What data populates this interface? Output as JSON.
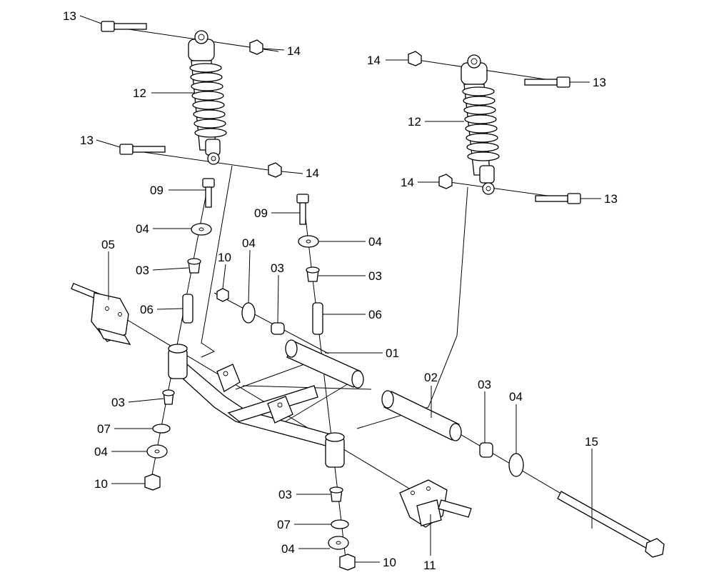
{
  "labels": {
    "l13a": "13",
    "l14a": "14",
    "l12a": "12",
    "l13b": "13",
    "l14b": "14",
    "l09a": "09",
    "l04a": "04",
    "l03a": "03",
    "l06a": "06",
    "l05": "05",
    "l03b": "03",
    "l07a": "07",
    "l04b": "04",
    "l10a": "10",
    "l14c": "14",
    "l13c": "13",
    "l12b": "12",
    "l14d": "14",
    "l13d": "13",
    "l09b": "09",
    "l04c": "04",
    "l10b": "10",
    "l04d": "04",
    "l03c": "03",
    "l03d": "03",
    "l06b": "06",
    "l01": "01",
    "l02": "02",
    "l03e": "03",
    "l04e": "04",
    "l15": "15",
    "l03f": "03",
    "l07b": "07",
    "l04f": "04",
    "l10c": "10",
    "l11": "11"
  }
}
